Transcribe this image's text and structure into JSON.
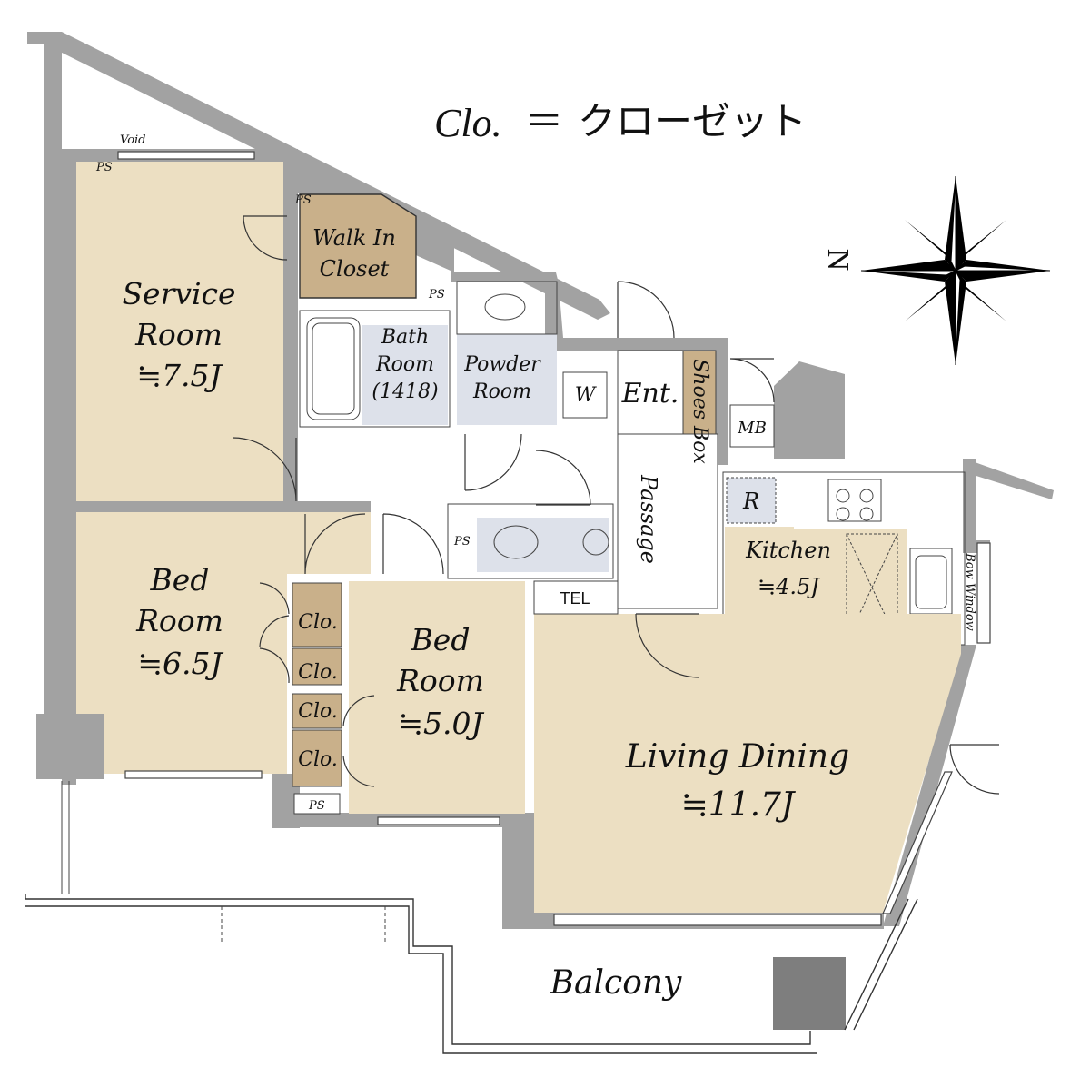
{
  "legend": {
    "abbr": "Clo.",
    "equals": "＝",
    "meaning": "クローゼット"
  },
  "compass": {
    "north_label": "N"
  },
  "rooms": {
    "service_room": {
      "name_line1": "Service",
      "name_line2": "Room",
      "size": "≒7.5J"
    },
    "walk_in_closet": {
      "name_line1": "Walk In",
      "name_line2": "Closet"
    },
    "bath_room": {
      "name_line1": "Bath",
      "name_line2": "Room",
      "name_line3": "(1418)"
    },
    "powder_room": {
      "name_line1": "Powder",
      "name_line2": "Room"
    },
    "washer": "W",
    "entrance": "Ent.",
    "shoes_box": "Shoes Box",
    "meter_box": "MB",
    "passage": "Passage",
    "refrigerator": "R",
    "kitchen": {
      "name": "Kitchen",
      "size": "≒4.5J"
    },
    "bow_window": "Bow Window",
    "bed_room_1": {
      "name_line1": "Bed",
      "name_line2": "Room",
      "size": "≒6.5J"
    },
    "bed_room_2": {
      "name_line1": "Bed",
      "name_line2": "Room",
      "size": "≒5.0J"
    },
    "living_dining": {
      "name": "Living Dining",
      "size": "≒11.7J"
    },
    "telephone": "TEL",
    "balcony": "Balcony",
    "void": "Void",
    "pipe_space": "PS",
    "closet_short": "Clo."
  }
}
